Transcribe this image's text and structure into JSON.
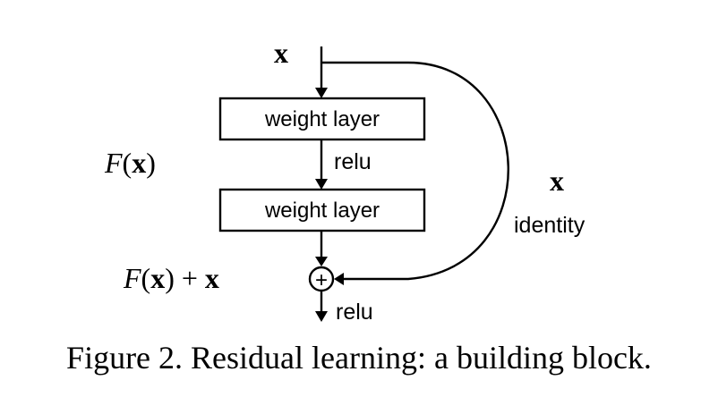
{
  "diagram": {
    "input_label": "x",
    "layer1_label": "weight layer",
    "relu1_label": "relu",
    "layer2_label": "weight layer",
    "residual_function": {
      "script_f": "F",
      "open": "(",
      "var": "x",
      "close": ")"
    },
    "shortcut_var": "x",
    "shortcut_label": "identity",
    "sum_expr": {
      "script_f": "F",
      "open": "(",
      "var": "x",
      "close_plus": ") + ",
      "var2": "x"
    },
    "add_symbol": "+",
    "relu2_label": "relu"
  },
  "caption": "Figure 2. Residual learning: a building block."
}
